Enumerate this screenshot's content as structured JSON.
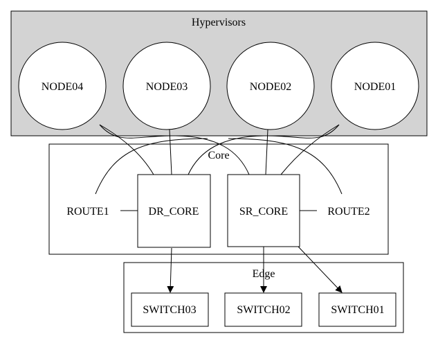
{
  "clusters": {
    "hypervisors": {
      "label": "Hypervisors",
      "fill": "#d3d3d3"
    },
    "core": {
      "label": "Core"
    },
    "edge": {
      "label": "Edge"
    }
  },
  "nodes": {
    "node04": "NODE04",
    "node03": "NODE03",
    "node02": "NODE02",
    "node01": "NODE01",
    "route1": "ROUTE1",
    "dr_core": "DR_CORE",
    "sr_core": "SR_CORE",
    "route2": "ROUTE2",
    "switch03": "SWITCH03",
    "switch02": "SWITCH02",
    "switch01": "SWITCH01"
  },
  "edges": [
    {
      "from": "NODE04",
      "to": "DR_CORE",
      "directed": false
    },
    {
      "from": "NODE04",
      "to": "SR_CORE",
      "directed": false
    },
    {
      "from": "NODE03",
      "to": "DR_CORE",
      "directed": false
    },
    {
      "from": "NODE02",
      "to": "SR_CORE",
      "directed": false
    },
    {
      "from": "NODE01",
      "to": "SR_CORE",
      "directed": false
    },
    {
      "from": "NODE01",
      "to": "DR_CORE",
      "directed": false
    },
    {
      "from": "ROUTE1",
      "to": "NODE03",
      "directed": false
    },
    {
      "from": "ROUTE2",
      "to": "NODE02",
      "directed": false
    },
    {
      "from": "ROUTE1",
      "to": "DR_CORE",
      "directed": false
    },
    {
      "from": "SR_CORE",
      "to": "ROUTE2",
      "directed": false
    },
    {
      "from": "DR_CORE",
      "to": "SWITCH03",
      "directed": true
    },
    {
      "from": "SR_CORE",
      "to": "SWITCH02",
      "directed": true
    },
    {
      "from": "SR_CORE",
      "to": "SWITCH01",
      "directed": true
    }
  ]
}
